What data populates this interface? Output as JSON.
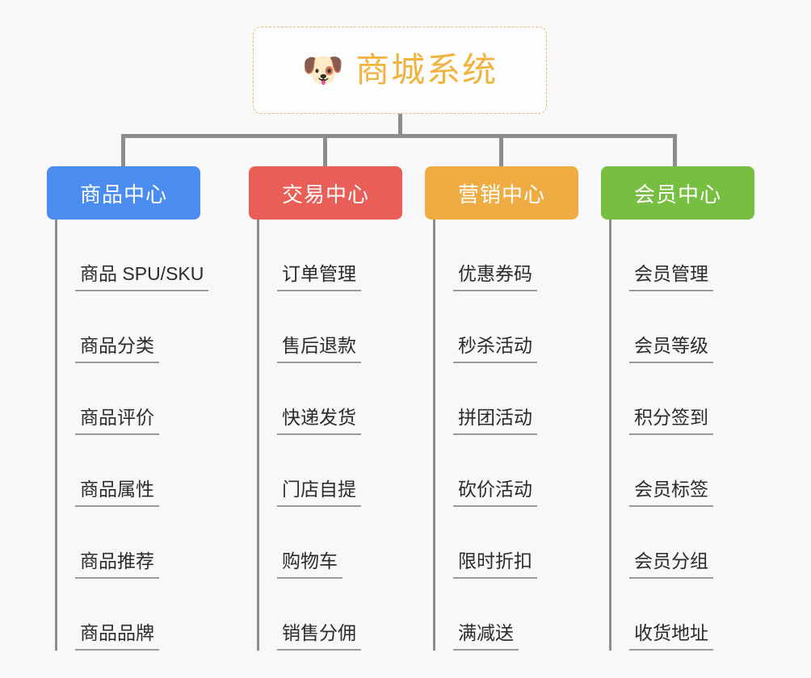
{
  "background_color": "#f8f8f8",
  "root": {
    "icon": "shiba-dog-face-emoji",
    "icon_glyph": "🐶",
    "title": "商城系统",
    "text_color": "#f0b43e",
    "border_color": "#e8b96a"
  },
  "connector_color": "#8d8d8d",
  "branches": [
    {
      "id": "product-center",
      "label": "商品中心",
      "color": "#4a8cf0",
      "items": [
        "商品 SPU/SKU",
        "商品分类",
        "商品评价",
        "商品属性",
        "商品推荐",
        "商品品牌"
      ]
    },
    {
      "id": "trade-center",
      "label": "交易中心",
      "color": "#e95f57",
      "items": [
        "订单管理",
        "售后退款",
        "快递发货",
        "门店自提",
        "购物车",
        "销售分佣"
      ]
    },
    {
      "id": "marketing-center",
      "label": "营销中心",
      "color": "#eeac42",
      "items": [
        "优惠券码",
        "秒杀活动",
        "拼团活动",
        "砍价活动",
        "限时折扣",
        "满减送"
      ]
    },
    {
      "id": "member-center",
      "label": "会员中心",
      "color": "#76bf41",
      "items": [
        "会员管理",
        "会员等级",
        "积分签到",
        "会员标签",
        "会员分组",
        "收货地址"
      ]
    }
  ]
}
